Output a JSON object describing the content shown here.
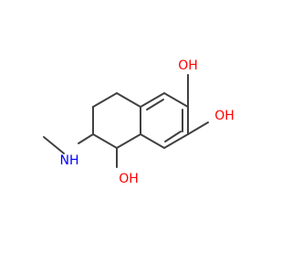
{
  "molecule": {
    "labels": {
      "oh_top": "OH",
      "oh_right": "OH",
      "oh_bottom": "OH",
      "nh": "NH"
    },
    "colors": {
      "bond": "#404040",
      "oxygen": "#ff0000",
      "nitrogen": "#0000ff"
    }
  }
}
